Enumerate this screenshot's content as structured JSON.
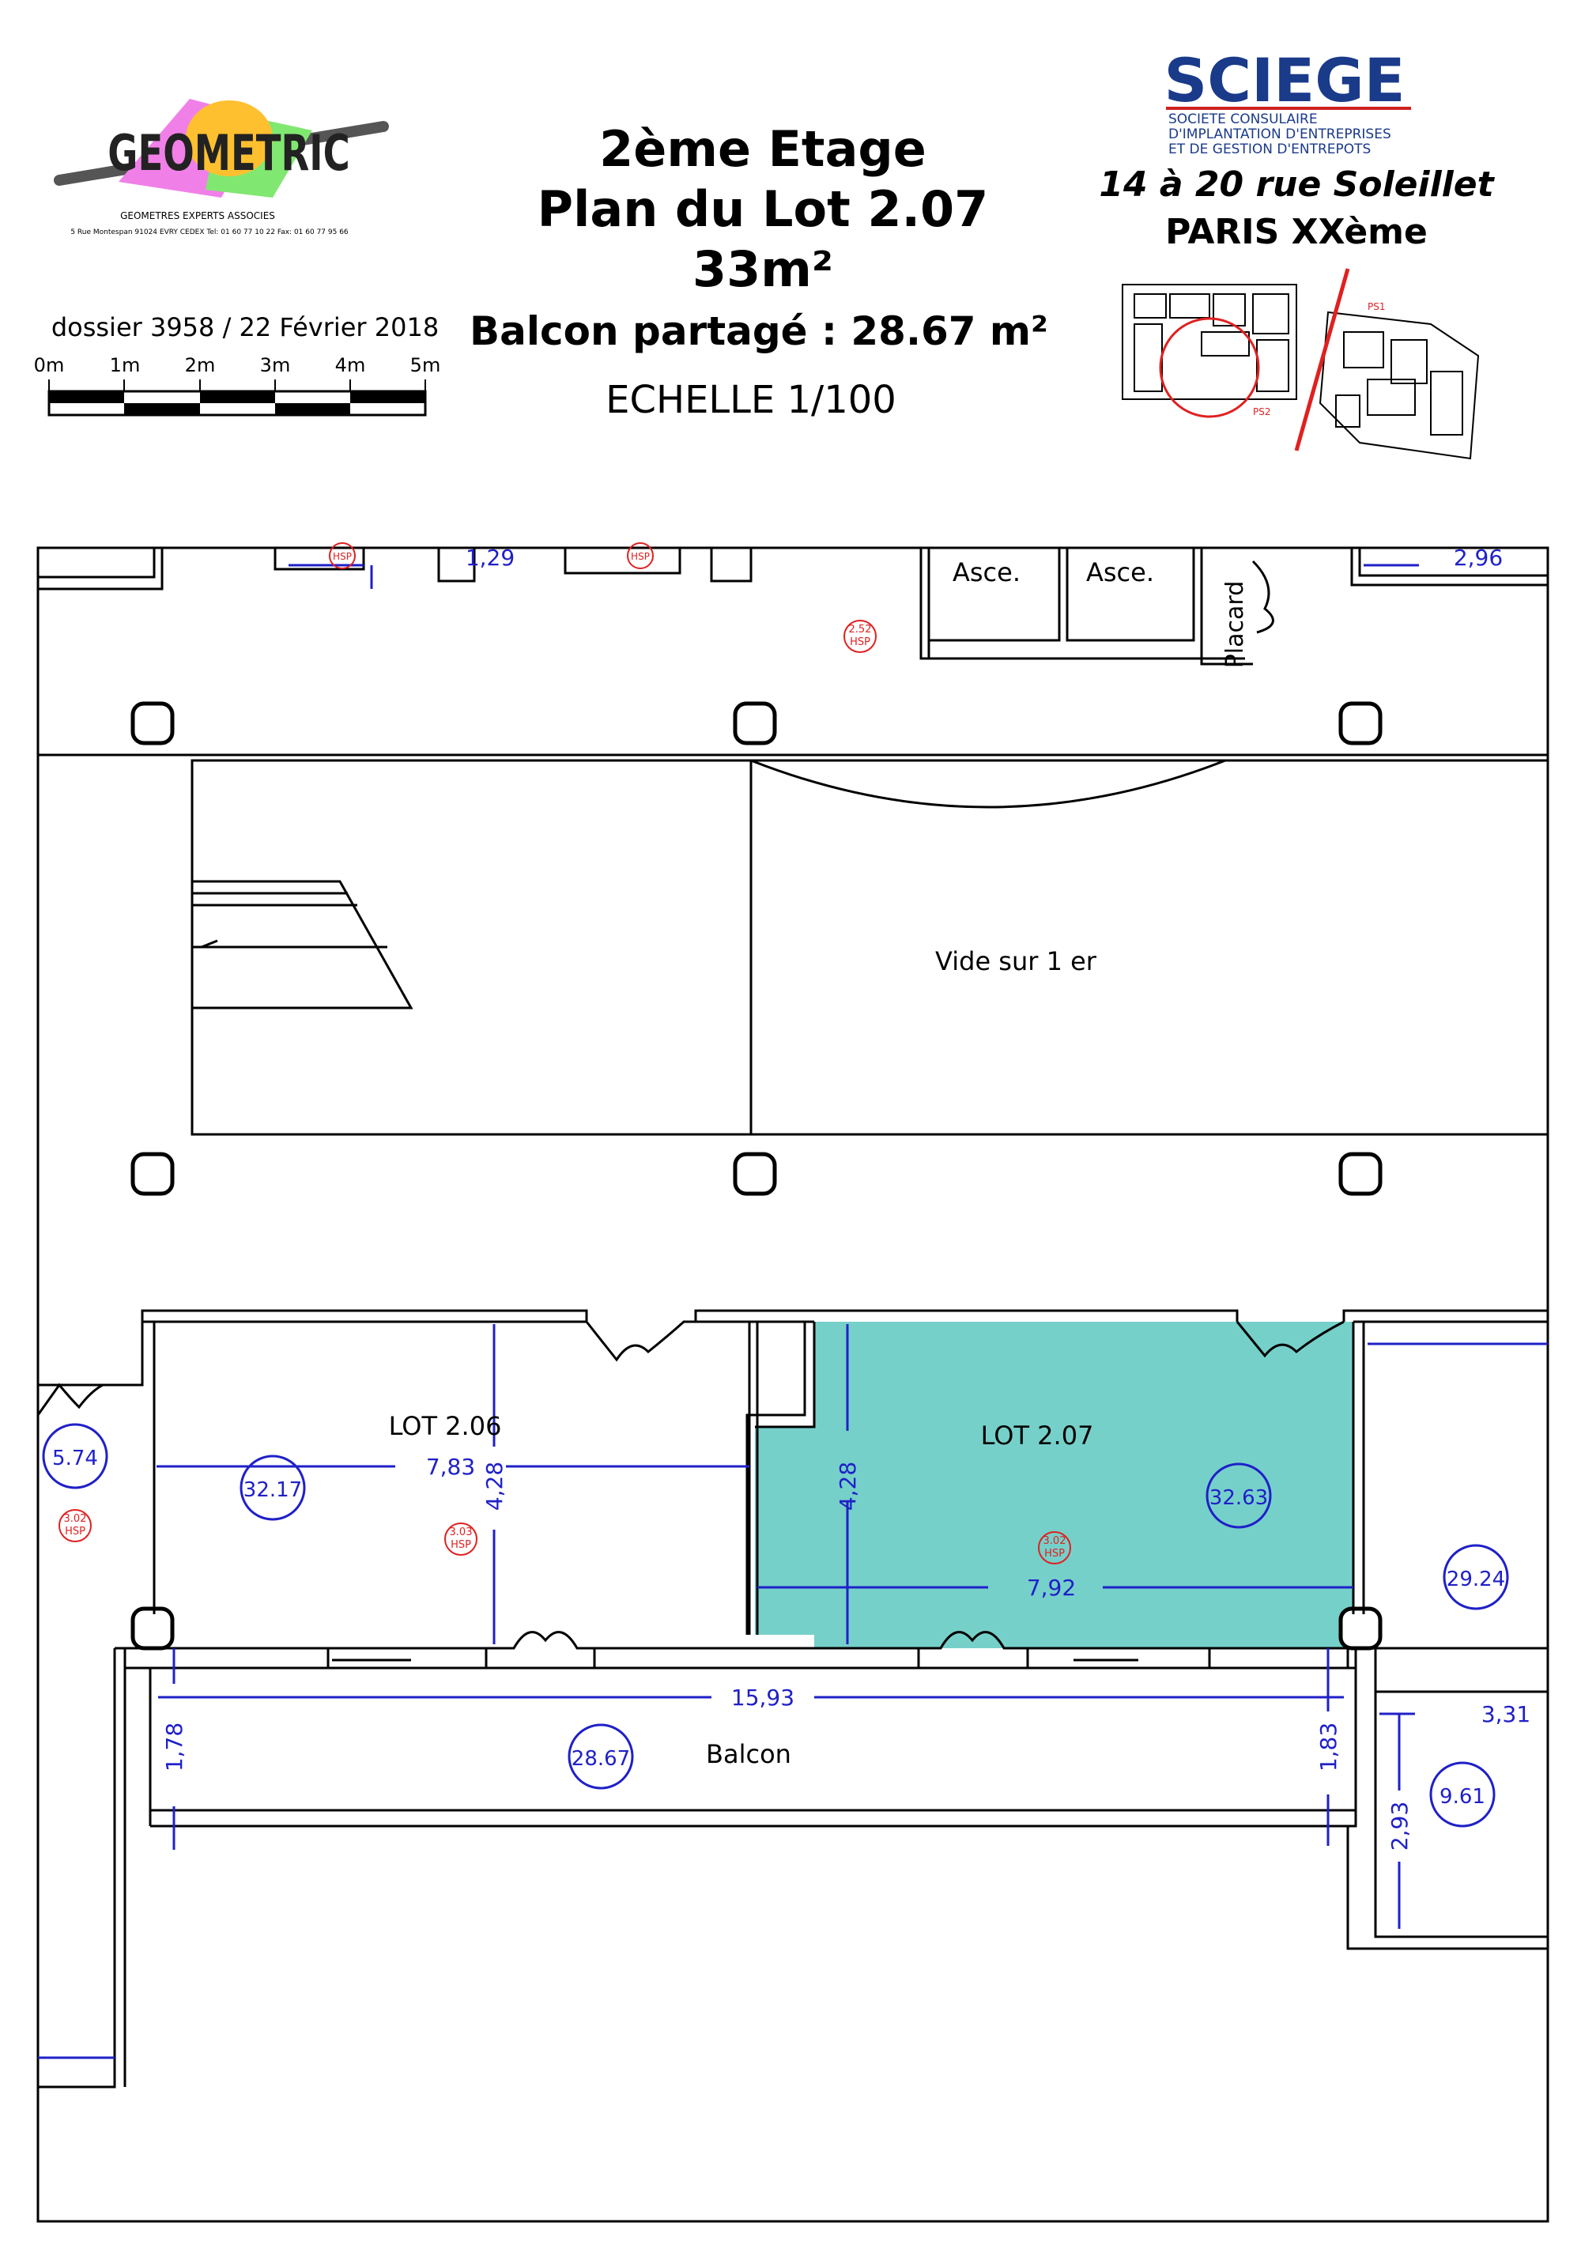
{
  "header": {
    "logo_left": {
      "text": "GEOMETRIC",
      "subtitle": "GEOMETRES EXPERTS ASSOCIES",
      "address": "5 Rue Montespan 91024 EVRY CEDEX  Tel: 01 60 77 10 22 Fax: 01 60 77 95 66"
    },
    "dossier": "dossier 3958 / 22 Février 2018",
    "scale_bar": {
      "labels": [
        "0m",
        "1m",
        "2m",
        "3m",
        "4m",
        "5m"
      ]
    },
    "title": {
      "line1": "2ème Etage",
      "line2": "Plan du Lot 2.07",
      "line3": "33m²",
      "line4": "Balcon partagé : 28.67 m²",
      "scale": "ECHELLE 1/100"
    },
    "logo_right": {
      "name": "SCIEGE",
      "line1": "SOCIETE CONSULAIRE",
      "line2": "D'IMPLANTATION D'ENTREPRISES",
      "line3": "ET DE GESTION D'ENTREPOTS"
    },
    "address": {
      "line1": "14 à 20  rue Soleillet",
      "line2": "PARIS XXème"
    },
    "keyplan": {
      "ps1": "PS1",
      "ps2": "PS2"
    }
  },
  "plan": {
    "rooms": {
      "asc1": "Asce.",
      "asc2": "Asce.",
      "placard": "Placard",
      "void": "Vide sur 1 er",
      "lot206": "LOT 2.06",
      "lot207": "LOT 2.07",
      "balcon": "Balcon"
    },
    "dimensions": {
      "d_129": "1,29",
      "d_296": "2,96",
      "d_783": "7,83",
      "d_428a": "4,28",
      "d_428b": "4,28",
      "d_792": "7,92",
      "d_1593": "15,93",
      "d_178": "1,78",
      "d_183": "1,83",
      "d_331": "3,31",
      "d_293": "2,93"
    },
    "areas": {
      "a_574": "5.74",
      "a_3217": "32.17",
      "a_3263": "32.63",
      "a_2924": "29.24",
      "a_2867": "28.67",
      "a_961": "9.61"
    },
    "hsp": {
      "top": [
        "2.52",
        "HSP"
      ],
      "left": [
        "3.02",
        "HSP"
      ],
      "lot206": [
        "3.03",
        "HSP"
      ],
      "lot207": [
        "3.02",
        "HSP"
      ],
      "tl1": "HSP",
      "tl2": "HSP"
    }
  },
  "colors": {
    "highlight": "#76d0ca",
    "dimension": "#1f20c8",
    "hsp": "#e02020",
    "wall": "#000000",
    "keyplan_red": "#e02020"
  }
}
